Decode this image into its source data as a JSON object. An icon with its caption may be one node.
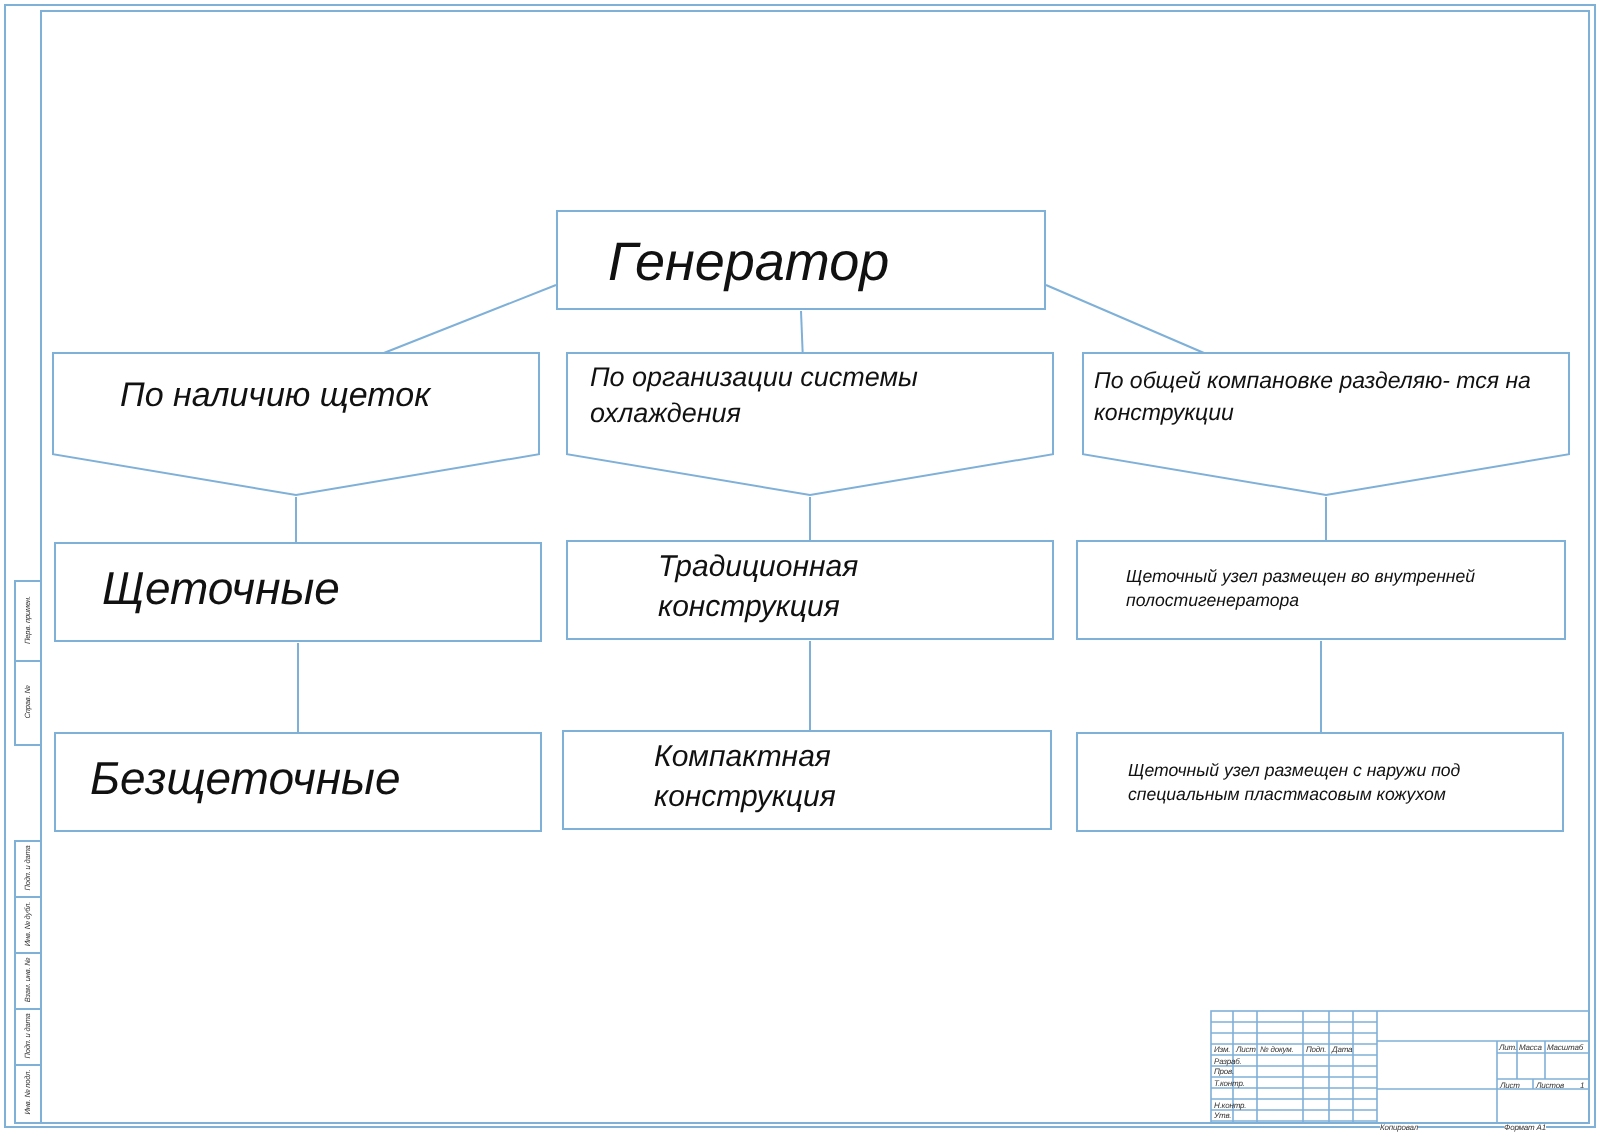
{
  "diagram": {
    "nodes": [
      {
        "text": [
          "Генератор"
        ]
      },
      {
        "text": [
          "По наличию щеток"
        ]
      },
      {
        "text": [
          "По организации системы охлаждения"
        ]
      },
      {
        "text": [
          "По общей компановке разделяю- тся на конструкции"
        ]
      },
      {
        "text": [
          "Щеточные"
        ]
      },
      {
        "text": [
          "Традиционная конструкция"
        ]
      },
      {
        "text": [
          "Щеточный узел размещен во внутренней полостигенератора"
        ]
      },
      {
        "text": [
          "Безщеточные"
        ]
      },
      {
        "text": [
          "Компактная конструкция"
        ]
      },
      {
        "text": [
          "Щеточный узел размещен с наружи под специальным пластмасовым кожухом"
        ]
      }
    ],
    "edges": [
      {
        "from": 0,
        "to": 1,
        "arrow": "none"
      },
      {
        "from": 0,
        "to": 2,
        "arrow": "none"
      },
      {
        "from": 0,
        "to": 3,
        "arrow": "none"
      },
      {
        "from": 1,
        "to": 4,
        "arrow": "none"
      },
      {
        "from": 4,
        "to": 7,
        "arrow": "none"
      },
      {
        "from": 2,
        "to": 5,
        "arrow": "none"
      },
      {
        "from": 5,
        "to": 8,
        "arrow": "none"
      },
      {
        "from": 3,
        "to": 6,
        "arrow": "none"
      },
      {
        "from": 6,
        "to": 9,
        "arrow": "none"
      }
    ],
    "labels": [
      "Перв. примен.",
      "Справ. №",
      "Подп. и дата",
      "Инв. № дубл.",
      "Взам. инв. №",
      "Подп. и дата",
      "Инв. № подл.",
      "Изм.",
      "Лист",
      "№ докум.",
      "Подп.",
      "Дата",
      "Разраб.",
      "Пров.",
      "Т.контр.",
      "Н.контр.",
      "Утв.",
      "Лит.",
      "Масса",
      "Масштаб",
      "Лист",
      "Листов",
      "1",
      "Копировал",
      "Формат А1"
    ]
  }
}
